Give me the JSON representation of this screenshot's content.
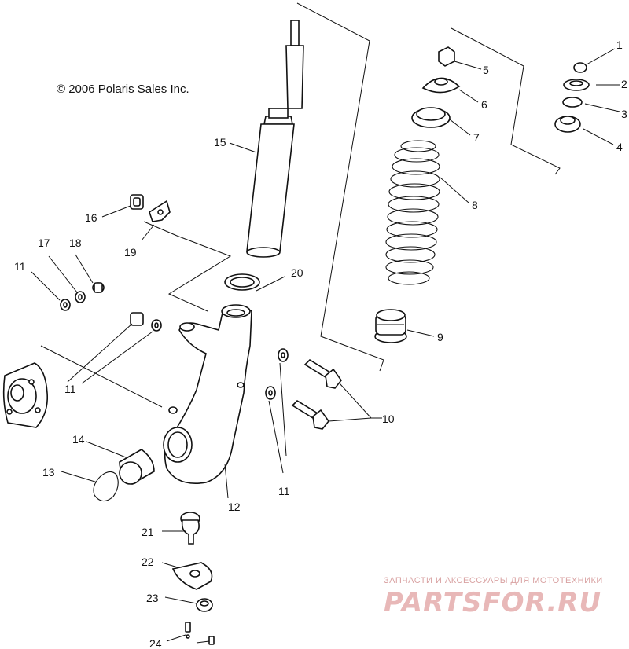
{
  "copyright": "© 2006 Polaris Sales Inc.",
  "watermark": {
    "tagline": "ЗАПЧАСТИ И АКСЕССУАРЫ ДЛЯ МОТОТЕХНИКИ",
    "brand": "PARTSFOR.RU"
  },
  "callouts": {
    "c1": "1",
    "c2": "2",
    "c3": "3",
    "c4": "4",
    "c5": "5",
    "c6": "6",
    "c7": "7",
    "c8": "8",
    "c9": "9",
    "c10": "10",
    "c11a": "11",
    "c11b": "11",
    "c11c": "11",
    "c12": "12",
    "c13": "13",
    "c14": "14",
    "c15": "15",
    "c16": "16",
    "c17": "17",
    "c18": "18",
    "c19": "19",
    "c20": "20",
    "c21": "21",
    "c22": "22",
    "c23": "23",
    "c24": "24"
  }
}
